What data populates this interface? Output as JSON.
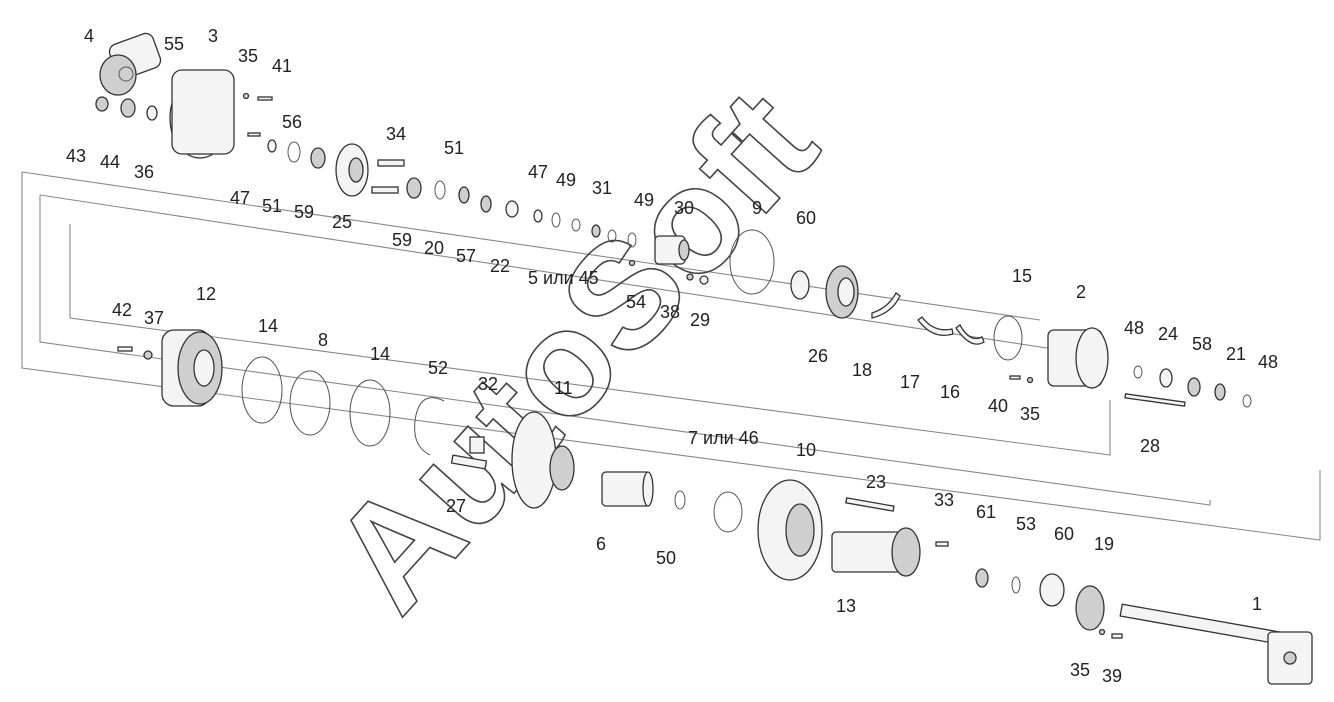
{
  "watermark": "AutoSoft",
  "callouts": [
    "4",
    "55",
    "3",
    "35",
    "41",
    "56",
    "43",
    "44",
    "36",
    "47",
    "51",
    "59",
    "25",
    "34",
    "51",
    "59",
    "20",
    "57",
    "22",
    "47",
    "49",
    "31",
    "5 или 45",
    "49",
    "54",
    "30",
    "38",
    "29",
    "9",
    "60",
    "26",
    "18",
    "17",
    "16",
    "15",
    "2",
    "48",
    "24",
    "58",
    "21",
    "48",
    "40",
    "35",
    "28",
    "42",
    "37",
    "12",
    "14",
    "8",
    "14",
    "52",
    "32",
    "11",
    "27",
    "6",
    "50",
    "7 или 46",
    "10",
    "23",
    "33",
    "13",
    "61",
    "53",
    "60",
    "19",
    "1",
    "35",
    "39"
  ],
  "colors": {
    "line": "#333333",
    "fill": "#f4f4f4",
    "shade": "#cfcfcf"
  }
}
